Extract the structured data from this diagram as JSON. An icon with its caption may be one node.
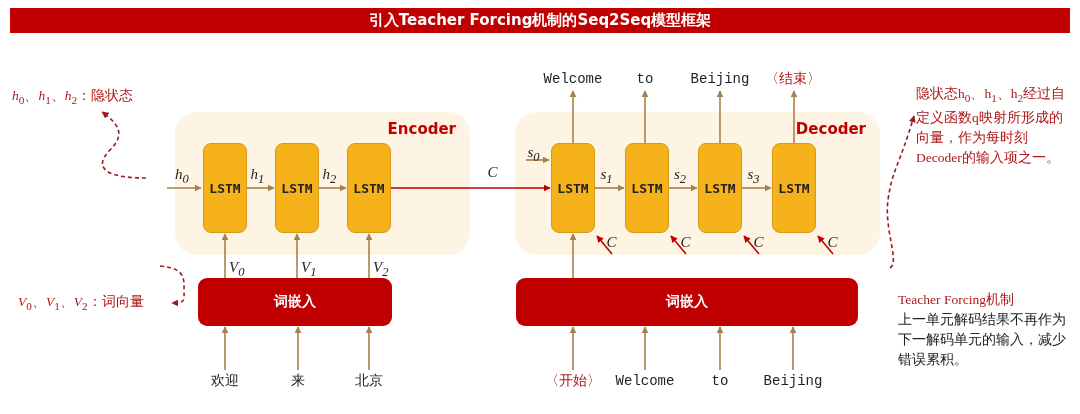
{
  "diagram": {
    "title": "引入Teacher Forcing机制的Seq2Seq模型框架",
    "nodes": [
      {
        "text": [
          "Encoder"
        ]
      },
      {
        "text": [
          "LSTM"
        ],
        "in": 0
      },
      {
        "text": [
          "LSTM"
        ],
        "in": 0
      },
      {
        "text": [
          "LSTM"
        ],
        "in": 0
      },
      {
        "text": [
          "Decoder"
        ]
      },
      {
        "text": [
          "LSTM"
        ],
        "in": 4
      },
      {
        "text": [
          "LSTM"
        ],
        "in": 4
      },
      {
        "text": [
          "LSTM"
        ],
        "in": 4
      },
      {
        "text": [
          "LSTM"
        ],
        "in": 4
      },
      {
        "text": [
          "词嵌入"
        ]
      },
      {
        "text": [
          "词嵌入"
        ]
      },
      {
        "text": [
          "欢迎"
        ]
      },
      {
        "text": [
          "来"
        ]
      },
      {
        "text": [
          "北京"
        ]
      },
      {
        "text": [
          "〈开始〉"
        ]
      },
      {
        "text": [
          "Welcome"
        ]
      },
      {
        "text": [
          "to"
        ]
      },
      {
        "text": [
          "Beijing"
        ]
      },
      {
        "text": [
          "Welcome"
        ]
      },
      {
        "text": [
          "to"
        ]
      },
      {
        "text": [
          "Beijing"
        ]
      },
      {
        "text": [
          "〈结束〉"
        ]
      },
      {
        "text": [
          "*h*$_{0}$、*h*$_{1}$、*h*$_{2}$：隐状态"
        ]
      },
      {
        "text": [
          "*V*$_{0}$、*V*$_{1}$、*V*$_{2}$：词向量"
        ]
      },
      {
        "text": [
          "隐状态h$_{0}$、h$_{1}$、h$_{2}$经过自定义函数q映射所形成的向量，作为每时刻Decoder的输入项之一。"
        ]
      }
    ],
    "edges": [
      {
        "from": null,
        "to": 1,
        "arrow": "to",
        "label": "*h*$_{0}$"
      },
      {
        "from": 1,
        "to": 2,
        "arrow": "to",
        "label": "*h*$_{1}$"
      },
      {
        "from": 2,
        "to": 3,
        "arrow": "to",
        "label": "*h*$_{2}$"
      },
      {
        "from": 3,
        "to": 5,
        "arrow": "to",
        "label": "*C*",
        "color": "#c00000"
      },
      {
        "from": null,
        "to": 5,
        "arrow": "to",
        "label": "*s*$_{0}$"
      },
      {
        "from": 5,
        "to": 6,
        "arrow": "to",
        "label": "*s*$_{1}$"
      },
      {
        "from": 6,
        "to": 7,
        "arrow": "to",
        "label": "*s*$_{2}$"
      },
      {
        "from": 7,
        "to": 8,
        "arrow": "to",
        "label": "*s*$_{3}$"
      },
      {
        "from": null,
        "to": 5,
        "arrow": "to",
        "label": "*C*",
        "color": "#c00000"
      },
      {
        "from": null,
        "to": 6,
        "arrow": "to",
        "label": "*C*",
        "color": "#c00000"
      },
      {
        "from": null,
        "to": 7,
        "arrow": "to",
        "label": "*C*",
        "color": "#c00000"
      },
      {
        "from": null,
        "to": 8,
        "arrow": "to",
        "label": "*C*",
        "color": "#c00000"
      },
      {
        "from": 9,
        "to": 1,
        "arrow": "to",
        "label": "*V*$_{0}$"
      },
      {
        "from": 9,
        "to": 2,
        "arrow": "to",
        "label": "*V*$_{1}$"
      },
      {
        "from": 9,
        "to": 3,
        "arrow": "to",
        "label": "*V*$_{2}$"
      },
      {
        "from": 11,
        "to": 9,
        "arrow": "to"
      },
      {
        "from": 12,
        "to": 9,
        "arrow": "to"
      },
      {
        "from": 13,
        "to": 9,
        "arrow": "to"
      },
      {
        "from": 14,
        "to": 10,
        "arrow": "to"
      },
      {
        "from": 15,
        "to": 10,
        "arrow": "to"
      },
      {
        "from": 16,
        "to": 10,
        "arrow": "to"
      },
      {
        "from": 17,
        "to": 10,
        "arrow": "to"
      },
      {
        "from": 10,
        "to": 5,
        "arrow": "to"
      },
      {
        "from": 5,
        "to": 18,
        "arrow": "to"
      },
      {
        "from": 6,
        "to": 19,
        "arrow": "to"
      },
      {
        "from": 7,
        "to": 20,
        "arrow": "to"
      },
      {
        "from": 8,
        "to": 21,
        "arrow": "to"
      },
      {
        "from": null,
        "to": 22,
        "arrow": "to",
        "style": "dashed",
        "color": "#9b1b1b"
      },
      {
        "from": null,
        "to": 23,
        "arrow": "to",
        "style": "dashed",
        "color": "#9b1b1b"
      },
      {
        "from": null,
        "to": 24,
        "arrow": "to",
        "style": "dashed",
        "color": "#9b1b1b"
      }
    ],
    "labels": [
      "Teacher Forcing机制",
      "上一单元解码结果不再作为下一解码单元的输入，减少错误累积。"
    ]
  }
}
